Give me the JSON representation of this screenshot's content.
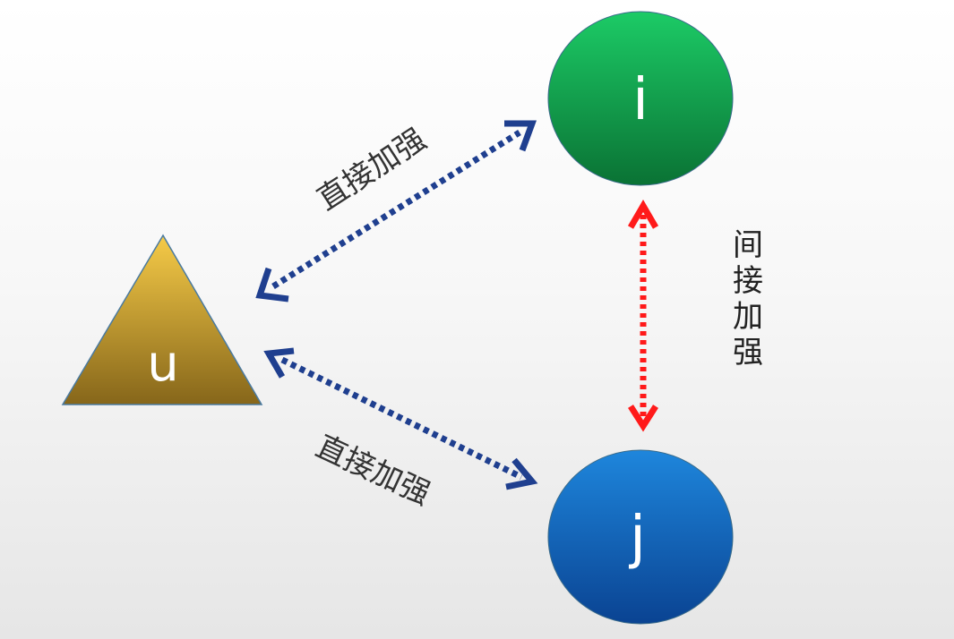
{
  "nodes": {
    "i": "i",
    "j": "j",
    "u": "u"
  },
  "edges": {
    "u_i": "直接加强",
    "u_j": "直接加强",
    "i_j": "间接加强"
  },
  "colors": {
    "i": "#13b45a",
    "j": "#0f68c0",
    "u": "#d4a825",
    "direct": "#1f3f8f",
    "indirect": "#ff1a1a"
  }
}
